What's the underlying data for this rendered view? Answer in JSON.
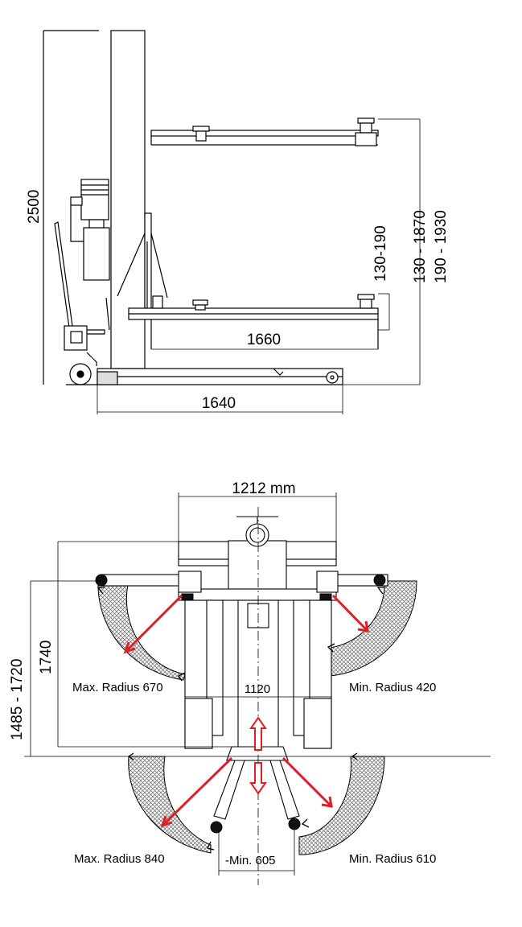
{
  "side_view": {
    "total_height": "2500",
    "lift_range_a": "130 - 1870",
    "lift_range_b": "190 - 1930",
    "adapter_height": "130-190",
    "arm_length": "1660",
    "base_length": "1640"
  },
  "top_view": {
    "width": "1212 mm",
    "depth_range": "1485 - 1720",
    "depth": "1740",
    "inner_width": "1120",
    "max_radius_front": "Max. Radius 670",
    "min_radius_front": "Min. Radius 420",
    "max_radius_rear": "Max. Radius 840",
    "min_radius_rear": "Min. Radius 610",
    "min_spacing": "-Min. 605"
  },
  "colors": {
    "line": "#000000",
    "arrow": "#e01e25",
    "hatch": "#8a8a8a"
  }
}
